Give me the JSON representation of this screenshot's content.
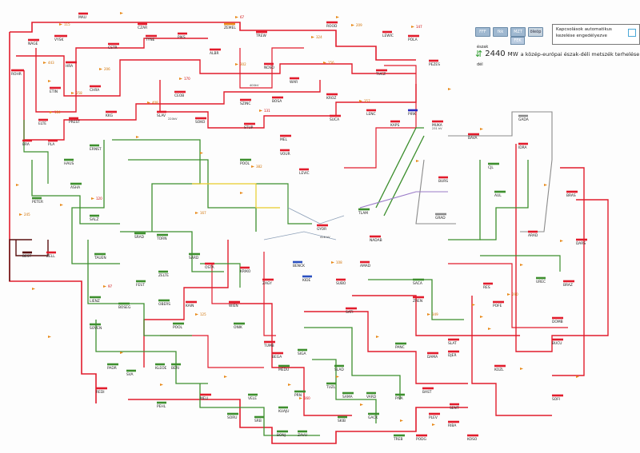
{
  "controls": {
    "buttons": [
      {
        "label": "FFF"
      },
      {
        "label": "fkk"
      },
      {
        "label": "MZT"
      },
      {
        "label": "öleóp"
      }
    ],
    "secondary_button": "FEK",
    "automatic_box": {
      "line1": "Kapcsolások automatikus",
      "line2": "kezelése engedélyezve"
    }
  },
  "flow_indicator": {
    "north_label": "észak",
    "value": "2440",
    "unit": "MW",
    "description": "a közép-európai észak-déli metszék terhelése",
    "south_label": "dél"
  },
  "stations": [
    {
      "name": "MAU"
    },
    {
      "name": "ZEMEL"
    },
    {
      "name": "NAGE"
    },
    {
      "name": "VYSK"
    },
    {
      "name": "CSTR"
    },
    {
      "name": "CZAR"
    },
    {
      "name": "TYNE"
    },
    {
      "name": "PIKS"
    },
    {
      "name": "ALBR"
    },
    {
      "name": "TREW"
    },
    {
      "name": "ROOD"
    },
    {
      "name": "POLA"
    },
    {
      "name": "LEWIC"
    },
    {
      "name": "PEZES"
    },
    {
      "name": "ROHR"
    },
    {
      "name": "HRA"
    },
    {
      "name": "NOSO"
    },
    {
      "name": "WAR"
    },
    {
      "name": "TUCZ"
    },
    {
      "name": "ETIN"
    },
    {
      "name": "CHRA"
    },
    {
      "name": "KKG"
    },
    {
      "name": "CEOB"
    },
    {
      "name": "SZINC"
    },
    {
      "name": "BOSA"
    },
    {
      "name": "SUCA"
    },
    {
      "name": "LENC"
    },
    {
      "name": "KAPS"
    },
    {
      "name": "PIRK"
    },
    {
      "name": "PREST"
    },
    {
      "name": "SLAV"
    },
    {
      "name": "SOKO"
    },
    {
      "name": "STUP"
    },
    {
      "name": "MUKA"
    },
    {
      "name": "KROZ"
    },
    {
      "name": "ELTE"
    },
    {
      "name": "PLA"
    },
    {
      "name": "BRA"
    },
    {
      "name": "GADA"
    },
    {
      "name": "BAVA"
    },
    {
      "name": "ERNST"
    },
    {
      "name": "MEL"
    },
    {
      "name": "POOL"
    },
    {
      "name": "VOUR"
    },
    {
      "name": "IDRA"
    },
    {
      "name": "HAUS"
    },
    {
      "name": "ASHA"
    },
    {
      "name": "LEVIC"
    },
    {
      "name": "BURS"
    },
    {
      "name": "CJL"
    },
    {
      "name": "PETER"
    },
    {
      "name": "TLAM"
    },
    {
      "name": "GRAD"
    },
    {
      "name": "AUL"
    },
    {
      "name": "SALZ"
    },
    {
      "name": "SRAD"
    },
    {
      "name": "TORN"
    },
    {
      "name": "GYOR"
    },
    {
      "name": "NADAB"
    },
    {
      "name": "BRAS"
    },
    {
      "name": "BEST"
    },
    {
      "name": "ZELL"
    },
    {
      "name": "TAUEN"
    },
    {
      "name": "SARD"
    },
    {
      "name": "KRIKO"
    },
    {
      "name": "BENCK"
    },
    {
      "name": "AMAD"
    },
    {
      "name": "ARAD"
    },
    {
      "name": "DARS"
    },
    {
      "name": "FEST"
    },
    {
      "name": "ZELTE"
    },
    {
      "name": "OSTA"
    },
    {
      "name": "ZAGY"
    },
    {
      "name": "KIDE"
    },
    {
      "name": "SUBO"
    },
    {
      "name": "SACA"
    },
    {
      "name": "RES"
    },
    {
      "name": "UREC"
    },
    {
      "name": "BRAZ"
    },
    {
      "name": "LIENZ"
    },
    {
      "name": "BOSEG"
    },
    {
      "name": "OBERS"
    },
    {
      "name": "KAIN"
    },
    {
      "name": "WIEN"
    },
    {
      "name": "ZREN"
    },
    {
      "name": "POFE"
    },
    {
      "name": "DOMB"
    },
    {
      "name": "SOVEN"
    },
    {
      "name": "POOL"
    },
    {
      "name": "ONIK"
    },
    {
      "name": "TUMB"
    },
    {
      "name": "BEGA"
    },
    {
      "name": "SIGA"
    },
    {
      "name": "SATI"
    },
    {
      "name": "PANC"
    },
    {
      "name": "SLAT"
    },
    {
      "name": "BUCU"
    },
    {
      "name": "PADR"
    },
    {
      "name": "SVA"
    },
    {
      "name": "KLEOE"
    },
    {
      "name": "BERI"
    },
    {
      "name": "MEDU"
    },
    {
      "name": "SLAD"
    },
    {
      "name": "DAMA"
    },
    {
      "name": "DJER"
    },
    {
      "name": "KOZL"
    },
    {
      "name": "REDI"
    },
    {
      "name": "PEHL"
    },
    {
      "name": "MELI"
    },
    {
      "name": "VELE"
    },
    {
      "name": "PRN"
    },
    {
      "name": "TUZL"
    },
    {
      "name": "SAMA"
    },
    {
      "name": "VARD"
    },
    {
      "name": "PIVA"
    },
    {
      "name": "BAST"
    },
    {
      "name": "SOFI"
    },
    {
      "name": "SORU"
    },
    {
      "name": "SRB"
    },
    {
      "name": "KUAJU"
    },
    {
      "name": "SKIB"
    },
    {
      "name": "GACK"
    },
    {
      "name": "PLEV"
    },
    {
      "name": "RIBA"
    },
    {
      "name": "SENT"
    },
    {
      "name": "BONJ"
    },
    {
      "name": "ZAVU"
    },
    {
      "name": "TREB"
    },
    {
      "name": "PODG"
    },
    {
      "name": "KOSO"
    }
  ],
  "voltage_labels": [
    {
      "text": "400kV"
    },
    {
      "text": "220kV"
    },
    {
      "text": "231 kV"
    },
    {
      "text": "416 kV"
    }
  ],
  "flow_numbers": [
    {
      "text": "67"
    },
    {
      "text": "115"
    },
    {
      "text": "209"
    },
    {
      "text": "324"
    },
    {
      "text": "147"
    },
    {
      "text": "443"
    },
    {
      "text": "302"
    },
    {
      "text": "206"
    },
    {
      "text": "170"
    },
    {
      "text": "156"
    },
    {
      "text": "258"
    },
    {
      "text": "408"
    },
    {
      "text": "131"
    },
    {
      "text": "357"
    },
    {
      "text": "184"
    },
    {
      "text": "382"
    },
    {
      "text": "120"
    },
    {
      "text": "167"
    },
    {
      "text": "245"
    },
    {
      "text": "108"
    },
    {
      "text": "97"
    },
    {
      "text": "125"
    },
    {
      "text": "349"
    },
    {
      "text": "290"
    },
    {
      "text": "160"
    }
  ]
}
